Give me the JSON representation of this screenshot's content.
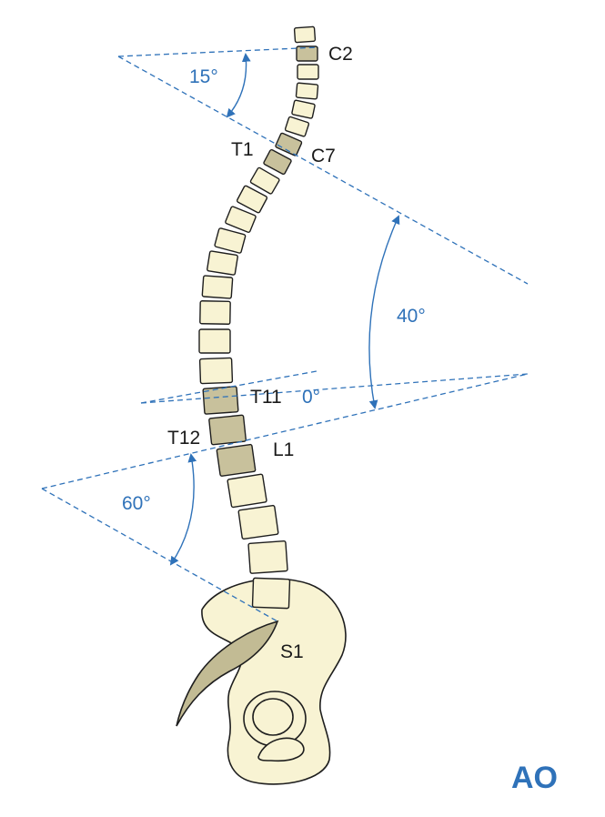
{
  "diagram": {
    "vertebra_labels": {
      "c2": "C2",
      "t1": "T1",
      "c7": "C7",
      "t11": "T11",
      "t12": "T12",
      "l1": "L1",
      "s1": "S1"
    },
    "angles": {
      "cervical": "15°",
      "thoracic": "40°",
      "thoracolumbar": "0°",
      "lumbar": "60°"
    },
    "logo": "AO",
    "colors": {
      "angle_lines": "#2f72b9",
      "bone_fill": "#f8f3d3",
      "highlighted_vertebra": "#c8c19c",
      "outline": "#1e1e1e"
    }
  }
}
